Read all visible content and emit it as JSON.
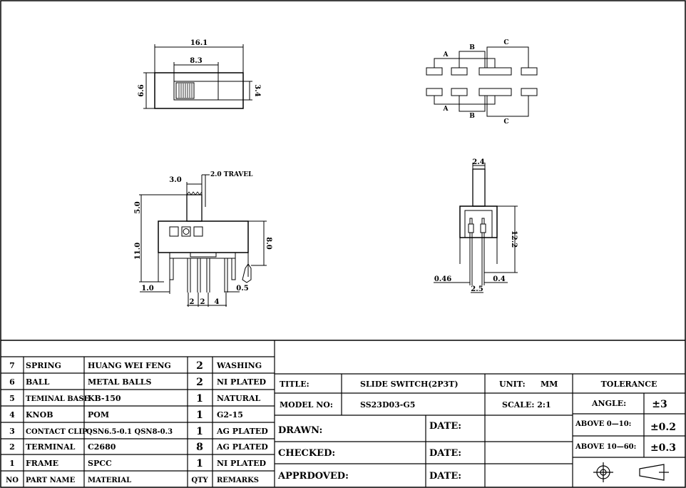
{
  "top_view": {
    "width": "16.1",
    "slot": "8.3",
    "height": "6.6",
    "knob": "3.4"
  },
  "schematic": {
    "labels_top": [
      "A",
      "B",
      "C"
    ],
    "labels_bottom": [
      "A",
      "B",
      "C"
    ]
  },
  "side_view": {
    "knob_width": "3.0",
    "travel": "2.0 TRAVEL",
    "knob_height": "5.0",
    "total_height": "11.0",
    "body_height": "8.0",
    "offset": "1.0",
    "pin_w": "0.5",
    "pitch1": "2",
    "pitch2": "2",
    "pitch3": "4"
  },
  "end_view": {
    "knob": "2.4",
    "height": "12.2",
    "pin1": "0.46",
    "pin2": "0.4",
    "span": "2.5"
  },
  "bom": {
    "rows": [
      {
        "no": "7",
        "part": "SPRING",
        "material": "HUANG WEI FENG",
        "qty": "2",
        "remarks": "WASHING"
      },
      {
        "no": "6",
        "part": "BALL",
        "material": "METAL BALLS",
        "qty": "2",
        "remarks": "NI PLATED"
      },
      {
        "no": "5",
        "part": "TEMINAL BASE",
        "material": "KB-150",
        "qty": "1",
        "remarks": "NATURAL"
      },
      {
        "no": "4",
        "part": "KNOB",
        "material": "POM",
        "qty": "1",
        "remarks": "G2-15"
      },
      {
        "no": "3",
        "part": "CONTACT CLIP",
        "material": "QSN6.5-0.1 QSN8-0.3",
        "qty": "1",
        "remarks": "AG PLATED"
      },
      {
        "no": "2",
        "part": "TERMINAL",
        "material": "C2680",
        "qty": "8",
        "remarks": "AG PLATED"
      },
      {
        "no": "1",
        "part": "FRAME",
        "material": "SPCC",
        "qty": "1",
        "remarks": "NI PLATED"
      }
    ],
    "header": {
      "no": "NO",
      "part": "PART NAME",
      "material": "MATERIAL",
      "qty": "QTY",
      "remarks": "REMARKS"
    }
  },
  "title_block": {
    "title_label": "TITLE:",
    "title_value": "SLIDE SWITCH(2P3T)",
    "unit_label": "UNIT:",
    "unit_value": "MM",
    "model_label": "MODEL NO:",
    "model_value": "SS23D03-G5",
    "scale_label": "SCALE: 2:1",
    "drawn_label": "DRAWN:",
    "checked_label": "CHECKED:",
    "approved_label": "APPRDOVED:",
    "date_label": "DATE:",
    "tolerance_label": "TOLERANCE",
    "angle_label": "ANGLE:",
    "angle_value": "±3",
    "range1_label": "ABOVE 0—10:",
    "range1_value": "±0.2",
    "range2_label": "ABOVE 10—60:",
    "range2_value": "±0.3"
  }
}
